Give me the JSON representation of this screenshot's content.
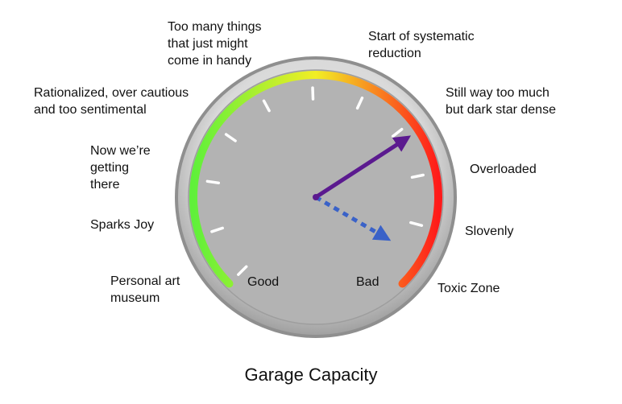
{
  "title": "Garage Capacity",
  "face_labels": {
    "good": "Good",
    "bad": "Bad"
  },
  "scale_labels": [
    "Personal art\nmuseum",
    "Sparks Joy",
    "Now we’re\ngetting\nthere",
    "Rationalized, over cautious\nand too sentimental",
    "Too many things\nthat just might\ncome in handy",
    "Start of systematic\nreduction",
    "Still way too much\nbut dark star dense",
    "Overloaded",
    "Slovenly",
    "Toxic Zone"
  ],
  "needles": [
    {
      "style": "solid",
      "color": "#5b1a8f",
      "position_label": "Still way too much\nbut dark star dense"
    },
    {
      "style": "dotted",
      "color": "#3a62c8",
      "position_label": "Slovenly"
    }
  ],
  "colors": {
    "face": "#b3b3b3",
    "bezel": "#a9a9a9",
    "arc_good": "#5ff03a",
    "arc_mid": "#f2ee25",
    "arc_bad": "#ff1a1a"
  }
}
